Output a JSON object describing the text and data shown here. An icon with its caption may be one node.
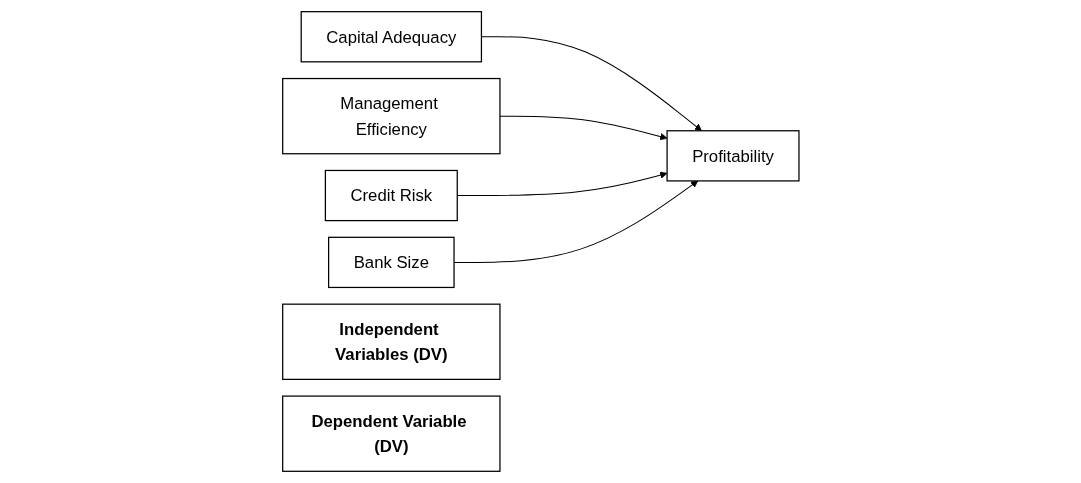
{
  "diagram": {
    "nodes": [
      {
        "text": [
          "Capital Adequacy"
        ]
      },
      {
        "text": [
          "Management Efficiency"
        ]
      },
      {
        "text": [
          "Credit Risk"
        ]
      },
      {
        "text": [
          "Bank Size"
        ]
      },
      {
        "text": [
          "Profitability"
        ]
      },
      {
        "text": [
          "Independent Variables (DV)"
        ]
      },
      {
        "text": [
          "Dependent Variable (DV)"
        ]
      }
    ],
    "edges": [
      {
        "from": 0,
        "to": 4,
        "arrow": "to"
      },
      {
        "from": 1,
        "to": 4,
        "arrow": "to"
      },
      {
        "from": 2,
        "to": 4,
        "arrow": "to"
      },
      {
        "from": 3,
        "to": 4,
        "arrow": "to"
      }
    ]
  }
}
